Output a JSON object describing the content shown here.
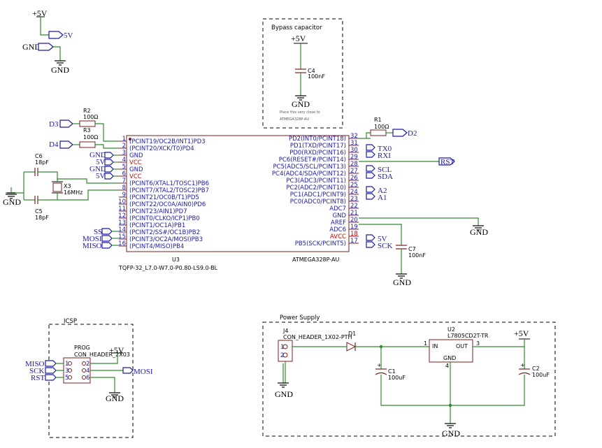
{
  "power_flags": {
    "vcc_label": "+5V",
    "flag_5v": "5V",
    "flag_gnd": "GND",
    "gnd": "GND"
  },
  "bypass": {
    "title": "Bypass capacitor",
    "vcc": "+5V",
    "ref": "C4",
    "value": "100nF",
    "gnd": "GND",
    "note_line1": "Place this very close to",
    "note_line2": "ATMEGA328P-AU"
  },
  "resistors": {
    "r2_ref": "R2",
    "r2_val": "100Ω",
    "r3_ref": "R3",
    "r3_val": "100Ω",
    "r1_ref": "R1",
    "r1_val": "100Ω"
  },
  "left_nets": {
    "d3": "D3",
    "d4": "D4",
    "gnd1": "GND",
    "v5a": "5V",
    "gnd2": "GND",
    "v5b": "5V",
    "ss": "SS",
    "mosi": "MOSI",
    "miso": "MISO",
    "gnd_osc": "GND"
  },
  "crystal": {
    "c6_ref": "C6",
    "c6_val": "18pF",
    "c5_ref": "C5",
    "c5_val": "18pF",
    "x3_ref": "X3",
    "x3_val": "16MHz"
  },
  "mcu": {
    "ref": "U3",
    "value": "ATMEGA328P-AU",
    "footprint": "TQFP-32_L7.0-W7.0-P0.80-LS9.0-BL",
    "left_pins": [
      {
        "num": "1",
        "name": "(PCINT19/OC2B/INT1)PD3",
        "red": false
      },
      {
        "num": "2",
        "name": "(PCINT20/XCK/T0)PD4",
        "red": false
      },
      {
        "num": "3",
        "name": "GND",
        "red": false
      },
      {
        "num": "4",
        "name": "VCC",
        "red": true
      },
      {
        "num": "5",
        "name": "GND",
        "red": false
      },
      {
        "num": "6",
        "name": "VCC",
        "red": true
      },
      {
        "num": "7",
        "name": "(PCINT6/XTAL1/TOSC1)PB6",
        "red": false
      },
      {
        "num": "8",
        "name": "(PCINT7/XTAL2/TOSC2)PB7",
        "red": false
      },
      {
        "num": "9",
        "name": "(PCINT21/OC0B/T1)PD5",
        "red": false
      },
      {
        "num": "10",
        "name": "(PCINT22/OC0A/AIN0)PD6",
        "red": false
      },
      {
        "num": "11",
        "name": "(PCINT23/AIN1)PD7",
        "red": false
      },
      {
        "num": "12",
        "name": "(PCINT0/CLKO/ICP1)PB0",
        "red": false
      },
      {
        "num": "13",
        "name": "(PCINT1/OC1A)PB1",
        "red": false
      },
      {
        "num": "14",
        "name": "(PCINT2/SS#/OC1B)PB2",
        "red": false
      },
      {
        "num": "15",
        "name": "(PCINT3/OC2A/MOSI)PB3",
        "red": false
      },
      {
        "num": "16",
        "name": "(PCINT4/MISO)PB4",
        "red": false
      }
    ],
    "right_pins": [
      {
        "num": "32",
        "name": "PD2(INT0/PCINT18)",
        "red": false
      },
      {
        "num": "31",
        "name": "PD1(TXD/PCINT17)",
        "red": false
      },
      {
        "num": "30",
        "name": "PD0(RXD/PCINT16)",
        "red": false
      },
      {
        "num": "29",
        "name": "PC6(RESET#/PCINT14)",
        "red": false
      },
      {
        "num": "28",
        "name": "PC5(ADC5/SCL/PCINT13)",
        "red": false
      },
      {
        "num": "27",
        "name": "PC4(ADC4/SDA/PCINT12)",
        "red": false
      },
      {
        "num": "26",
        "name": "PC3(ADC3/PCINT11)",
        "red": false
      },
      {
        "num": "25",
        "name": "PC2(ADC2/PCINT10)",
        "red": false
      },
      {
        "num": "24",
        "name": "PC1(ADC1/PCINT9)",
        "red": false
      },
      {
        "num": "23",
        "name": "PC0(ADC0/PCINT8)",
        "red": false
      },
      {
        "num": "22",
        "name": "ADC7",
        "red": false
      },
      {
        "num": "21",
        "name": "GND",
        "red": false
      },
      {
        "num": "20",
        "name": "AREF",
        "red": false
      },
      {
        "num": "19",
        "name": "ADC6",
        "red": false
      },
      {
        "num": "18",
        "name": "AVCC",
        "red": true
      },
      {
        "num": "17",
        "name": "PB5(SCK/PCINT5)",
        "red": false
      }
    ]
  },
  "right_nets": {
    "d2": "D2",
    "tx0": "TX0",
    "rxi": "RXI",
    "rst": "RST",
    "scl": "SCL",
    "sda": "SDA",
    "a2": "A2",
    "a1": "A1",
    "v5": "5V",
    "sck": "SCK",
    "gnd_main": "GND",
    "c7_ref": "C7",
    "c7_val": "100nF",
    "gnd_c7": "GND"
  },
  "icsp": {
    "title": "ICSP",
    "ref": "PROG",
    "value": "CON_HEADER_2X03",
    "vcc": "+5V",
    "miso": "MISO",
    "sck": "SCK",
    "rst": "RST",
    "mosi": "MOSI",
    "gnd": "GND",
    "pins": [
      "1",
      "2",
      "3",
      "4",
      "5",
      "6"
    ]
  },
  "power_supply": {
    "title": "Power Supply",
    "j4_ref": "J4",
    "j4_val": "CON_HEADER_1X02-PTH",
    "j4_pins": [
      "1",
      "2"
    ],
    "d1_ref": "D1",
    "u2_ref": "U2",
    "u2_val": "L7805CD2T-TR",
    "u2_in": "IN",
    "u2_out": "OUT",
    "u2_gnd": "GND",
    "u2_pin1": "1",
    "u2_pin3": "3",
    "u2_pin4": "4",
    "vcc": "+5V",
    "c1_ref": "C1",
    "c1_val": "100uF",
    "c2_ref": "C2",
    "c2_val": "100uF",
    "gnd_j4": "GND",
    "gnd_main": "GND"
  }
}
